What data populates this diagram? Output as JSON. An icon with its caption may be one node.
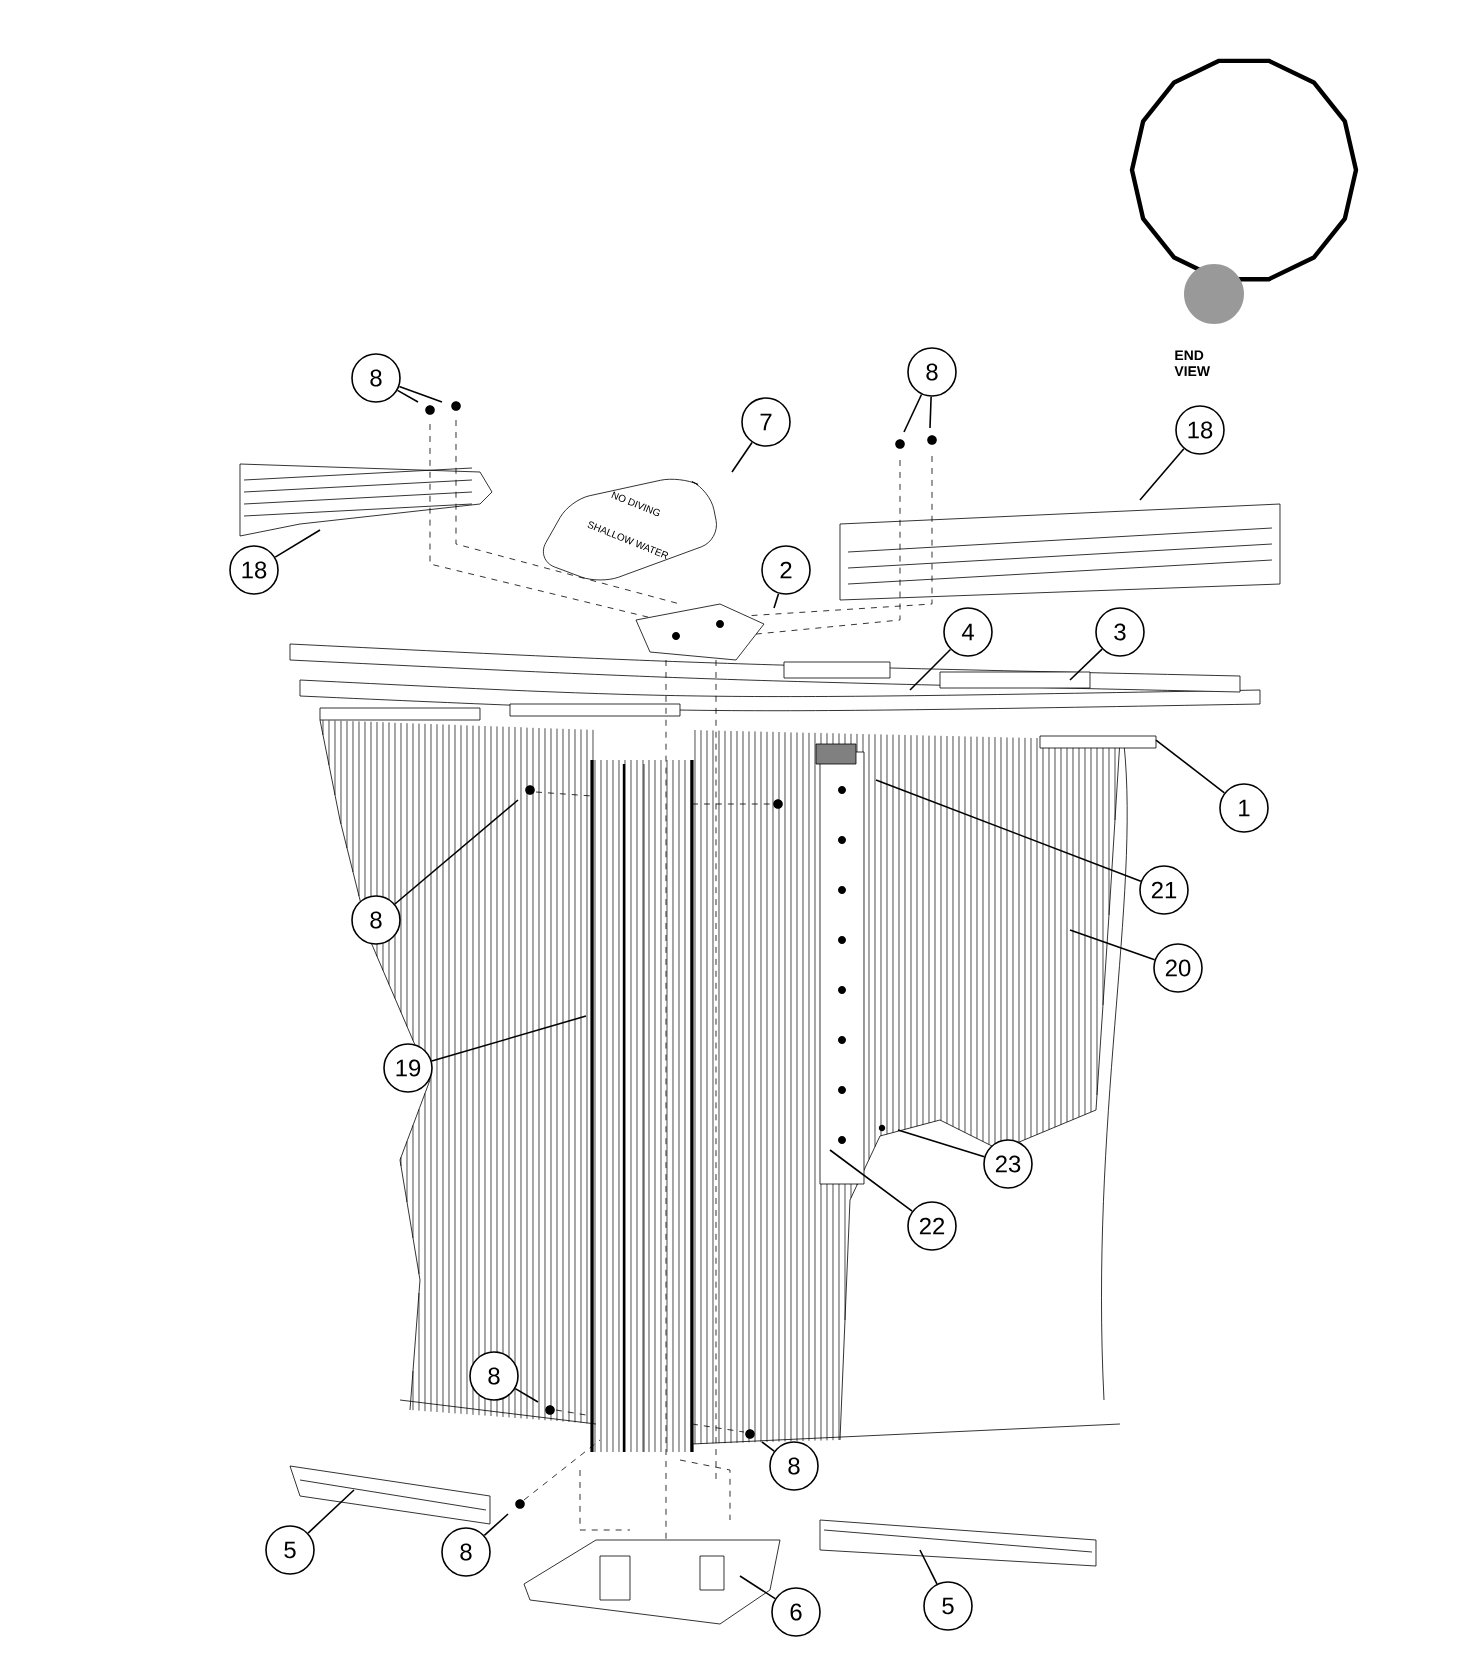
{
  "diagram": {
    "nodes": [
      {
        "text": [
          "8"
        ]
      },
      {
        "text": [
          "8"
        ]
      },
      {
        "text": [
          "7"
        ]
      },
      {
        "text": [
          "18"
        ]
      },
      {
        "text": [
          "18"
        ]
      },
      {
        "text": [
          "2"
        ]
      },
      {
        "text": [
          "4"
        ]
      },
      {
        "text": [
          "3"
        ]
      },
      {
        "text": [
          "1"
        ]
      },
      {
        "text": [
          "8"
        ]
      },
      {
        "text": [
          "21"
        ]
      },
      {
        "text": [
          "20"
        ]
      },
      {
        "text": [
          "19"
        ]
      },
      {
        "text": [
          "23"
        ]
      },
      {
        "text": [
          "22"
        ]
      },
      {
        "text": [
          "8"
        ]
      },
      {
        "text": [
          "8"
        ]
      },
      {
        "text": [
          "5"
        ]
      },
      {
        "text": [
          "8"
        ]
      },
      {
        "text": [
          "6"
        ]
      },
      {
        "text": [
          "5"
        ]
      }
    ],
    "edges": [
      {
        "from": 0,
        "to": null,
        "arrow": "none"
      },
      {
        "from": 0,
        "to": null,
        "arrow": "none"
      },
      {
        "from": 1,
        "to": null,
        "arrow": "none"
      },
      {
        "from": 1,
        "to": null,
        "arrow": "none"
      },
      {
        "from": 2,
        "to": null,
        "arrow": "none"
      },
      {
        "from": 3,
        "to": null,
        "arrow": "none"
      },
      {
        "from": 4,
        "to": null,
        "arrow": "none"
      },
      {
        "from": 5,
        "to": null,
        "arrow": "none"
      },
      {
        "from": 6,
        "to": null,
        "arrow": "none"
      },
      {
        "from": 7,
        "to": null,
        "arrow": "none"
      },
      {
        "from": 8,
        "to": null,
        "arrow": "none"
      },
      {
        "from": 9,
        "to": null,
        "arrow": "none"
      },
      {
        "from": 10,
        "to": null,
        "arrow": "none"
      },
      {
        "from": 11,
        "to": null,
        "arrow": "none"
      },
      {
        "from": 12,
        "to": null,
        "arrow": "none"
      },
      {
        "from": 13,
        "to": null,
        "arrow": "none"
      },
      {
        "from": 14,
        "to": null,
        "arrow": "none"
      },
      {
        "from": 15,
        "to": null,
        "arrow": "none"
      },
      {
        "from": 16,
        "to": null,
        "arrow": "none"
      },
      {
        "from": 17,
        "to": null,
        "arrow": "none"
      },
      {
        "from": 18,
        "to": null,
        "arrow": "none"
      },
      {
        "from": 19,
        "to": null,
        "arrow": "none"
      },
      {
        "from": 20,
        "to": null,
        "arrow": "none"
      }
    ],
    "labels": [
      "END VIEW",
      "NO DIVING",
      "SHALLOW WATER"
    ]
  }
}
